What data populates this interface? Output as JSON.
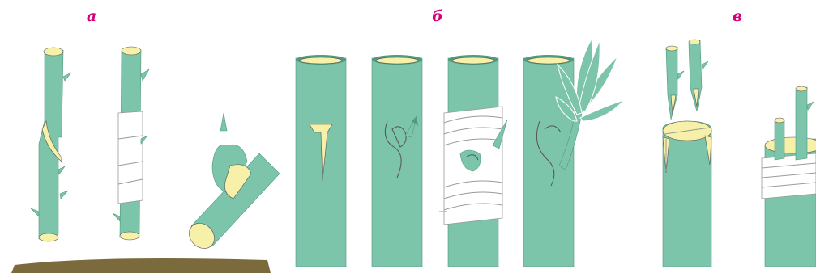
{
  "labels": {
    "a": "а",
    "b": "б",
    "v": "в"
  },
  "colors": {
    "label": "#d4007a",
    "stem": "#7cc4aa",
    "stem_dark": "#4f9a80",
    "cut": "#f6f0a8",
    "wrap": "#ffffff",
    "wrap_line": "#9a9a9a",
    "soil": "#7a6a3c",
    "outline": "#555555"
  }
}
